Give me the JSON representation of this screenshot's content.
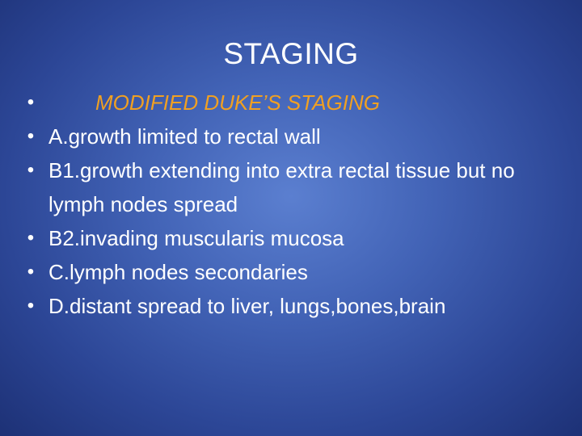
{
  "slide": {
    "title": "STAGING",
    "bullet_glyph": "•",
    "items": [
      "MODIFIED DUKE’S STAGING",
      "A.growth limited to rectal wall",
      "B1.growth extending into extra rectal tissue but no lymph nodes spread",
      "B2.invading muscularis mucosa",
      "C.lymph nodes secondaries",
      "D.distant spread to liver, lungs,bones,brain"
    ]
  },
  "colors": {
    "background": "#4263b6",
    "text": "#ffffff",
    "highlight": "#f0a022"
  }
}
